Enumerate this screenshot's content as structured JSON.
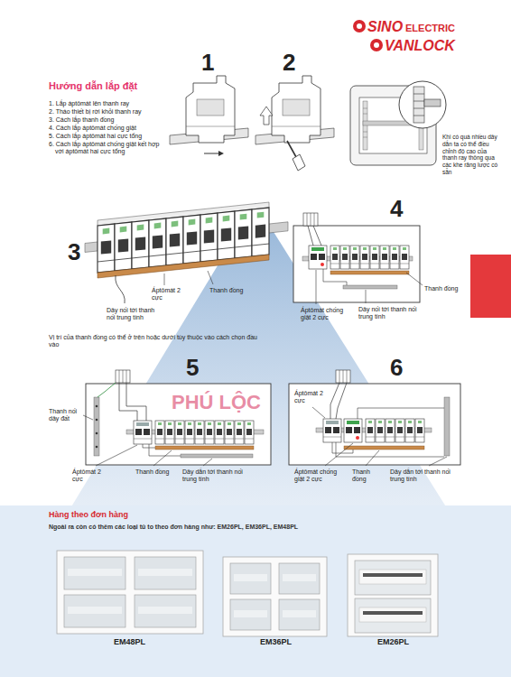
{
  "diagram": {
    "title": "Hướng dẫn lắp đặt",
    "labels": [
      "SINO",
      "ELECTRIC",
      "VANLOCK",
      "1. Lắp áptômát lên thanh ray",
      "2. Tháo thiết bị rời khỏi thanh ray",
      "3. Cách lắp thanh đồng",
      "4. Cách lắp áptômát chống giật",
      "5. Cách lắp áptômát hai cực tổng",
      "6. Cách lắp áptômát chống giật kết hợp với áptômát hai cực tổng",
      "1",
      "2",
      "Khi có quá nhiều dây dẫn ta có thể điều chỉnh độ cao của thanh ray thông qua các khe răng lược có sẵn",
      "3",
      "Thanh đồng",
      "Áptômát 2 cực",
      "Dây nối tới thanh nối trung tính",
      "Vị trí của thanh đồng có thể ở trên hoặc dưới tùy thuộc vào cách chọn đầu vào",
      "4",
      "Thanh đồng",
      "Áptômát chống giật 2 cực",
      "Dây nối tới thanh nối trung tính",
      "5",
      "Thanh nối dây đất",
      "Áptômát 2 cực",
      "Thanh đồng",
      "Dây dẫn tới thanh nối trung tính",
      "PHÚ LỘC",
      "6",
      "Áptômát 2 cực",
      "Áptômát chống giật 2 cực",
      "Thanh đồng",
      "Dây dẫn tới thanh nối trung tính",
      "Hàng theo đơn hàng",
      "Ngoài ra còn có thêm các loại tủ to theo đơn hàng như: EM26PL, EM36PL, EM48PL",
      "EM48PL",
      "EM36PL",
      "EM26PL"
    ]
  }
}
